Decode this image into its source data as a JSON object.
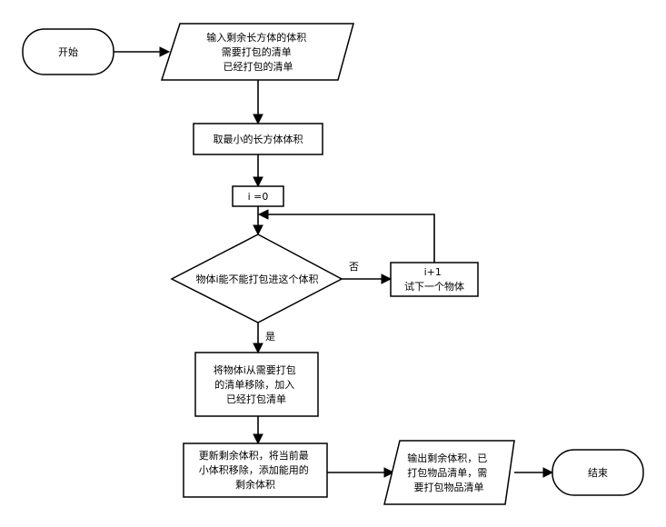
{
  "nodes": {
    "start": {
      "lines": [
        "开始"
      ]
    },
    "input": {
      "lines": [
        "输入剩余长方体的体积",
        "需要打包的清单",
        "已经打包的清单"
      ]
    },
    "takemin": {
      "lines": [
        "取最小的长方体体积"
      ]
    },
    "init": {
      "lines": [
        "i =0"
      ]
    },
    "decision": {
      "lines": [
        "物体i能不能打包进这个体积"
      ]
    },
    "next": {
      "lines": [
        "i+1",
        "试下一个物体"
      ]
    },
    "move": {
      "lines": [
        "将物体i从需要打包",
        "的清单移除，加入",
        "已经打包清单"
      ]
    },
    "update": {
      "lines": [
        "更新剩余体积，将当前最",
        "小体积移除，添加能用的",
        "剩余体积"
      ]
    },
    "output": {
      "lines": [
        "输出剩余体积，已",
        "打包物品清单，需",
        "要打包物品清单"
      ]
    },
    "end": {
      "lines": [
        "结束"
      ]
    }
  },
  "edges": {
    "no_label": "否",
    "yes_label": "是"
  }
}
